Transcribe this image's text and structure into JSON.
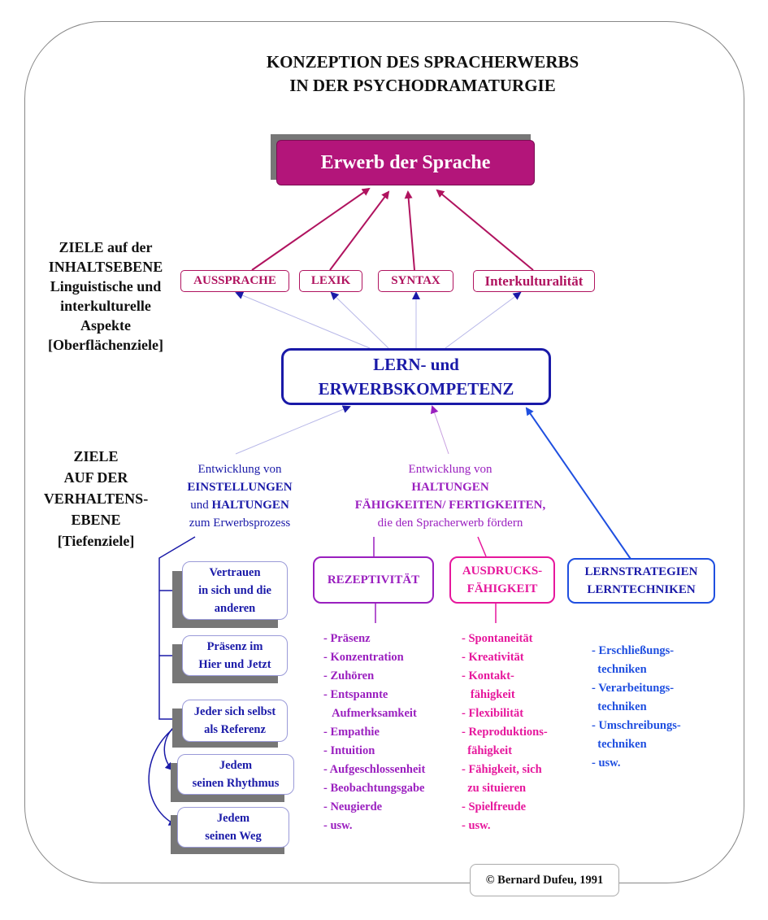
{
  "title": {
    "line1": "KONZEPTION DES SPRACHERWERBS",
    "line2": "IN DER PSYCHODRAMATURGIE"
  },
  "top_box": "Erwerb der Sprache",
  "ziele_inhalt": {
    "lines": [
      "ZIELE auf der",
      "INHALTSEBENE",
      "Linguistische und",
      "interkulturelle",
      "Aspekte",
      "[Oberflächenziele]"
    ]
  },
  "content_boxes": [
    "AUSSPRACHE",
    "LEXIK",
    "SYNTAX",
    "Interkulturalität"
  ],
  "competence_box": {
    "line1": "LERN- und",
    "line2": "ERWERBSKOMPETENZ"
  },
  "ziele_verhalten": {
    "lines": [
      "ZIELE",
      "AUF DER",
      "VERHALTENS-",
      "EBENE",
      "[Tiefenziele]"
    ]
  },
  "entwicklung_left": {
    "line1": "Entwicklung von",
    "line2_a": "EINSTELLUNGEN",
    "line3_a": "und ",
    "line3_b": "HALTUNGEN",
    "line4": "zum Erwerbsprozess"
  },
  "entwicklung_mid": {
    "line1": "Entwicklung von",
    "line2": "HALTUNGEN",
    "line3": "FÄHIGKEITEN/ FERTIGKEITEN,",
    "line4": "die den Spracherwerb fördern"
  },
  "categories": {
    "rezeptivitaet": "REZEPTIVITÄT",
    "ausdruck_1": "AUSDRUCKS-",
    "ausdruck_2": "FÄHIGKEIT",
    "lern_1": "LERNSTRATEGIEN",
    "lern_2": "LERNTECHNIKEN"
  },
  "attitude_boxes": {
    "vertrauen": [
      "Vertrauen",
      "in sich und die",
      "anderen"
    ],
    "praesenz": [
      "Präsenz im",
      "Hier und Jetzt"
    ],
    "referenz": [
      "Jeder sich selbst",
      "als Referenz"
    ],
    "rhythmus": [
      "Jedem",
      "seinen Rhythmus"
    ],
    "weg": [
      "Jedem",
      "seinen Weg"
    ]
  },
  "list_rezeptiv": "- Präsenz\n- Konzentration\n- Zuhören\n- Entspannte\n   Aufmerksamkeit\n- Empathie\n- Intuition\n- Aufgeschlossenheit\n- Beobachtungsgabe\n- Neugierde\n- usw.",
  "list_ausdruck": "- Spontaneität\n- Kreativität\n- Kontakt-\n   fähigkeit\n- Flexibilität\n- Reproduktions-\n  fähigkeit\n- Fähigkeit, sich\n  zu situieren\n- Spielfreude\n- usw.",
  "list_lern": "- Erschließungs-\n  techniken\n- Verarbeitungs-\n  techniken\n- Umschreibungs-\n  techniken\n- usw.",
  "copyright": "© Bernard Dufeu, 1991",
  "colors": {
    "magenta": "#b0135f",
    "navy": "#1a1aa8",
    "purple": "#9a1fbf",
    "pink": "#e6179c",
    "blue": "#1f4fe0"
  }
}
